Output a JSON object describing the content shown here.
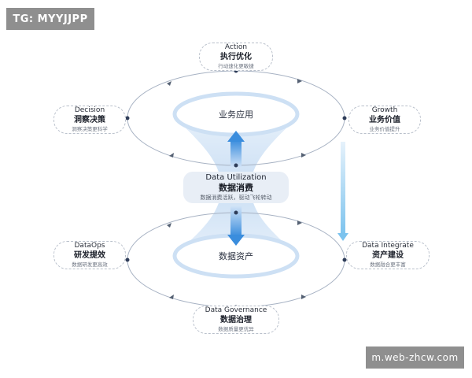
{
  "badges": {
    "top_left": "TG: MYYJJPP",
    "bottom_right": "m.web-zhcw.com"
  },
  "rings": {
    "top_label": "业务应用",
    "bottom_label": "数据资产"
  },
  "center": {
    "en": "Data Utilization",
    "zh": "数据消费",
    "sub": "数据消费活跃，驱动飞轮转动"
  },
  "nodes": {
    "action": {
      "en": "Action",
      "zh": "执行优化",
      "sub": "行动速化更敏捷"
    },
    "decision": {
      "en": "Decision",
      "zh": "洞察决策",
      "sub": "洞察决策更科学"
    },
    "growth": {
      "en": "Growth",
      "zh": "业务价值",
      "sub": "业务价值提升"
    },
    "dataops": {
      "en": "DataOps",
      "zh": "研发提效",
      "sub": "数据研发更高效"
    },
    "integrate": {
      "en": "Data Integrate",
      "zh": "资产建设",
      "sub": "数据融合更丰富"
    },
    "governance": {
      "en": "Data Governance",
      "zh": "数据治理",
      "sub": "数据质量更优异"
    }
  },
  "colors": {
    "ring_stroke": "#9aa6b8",
    "ring_glow": "#cfe0f3",
    "arrow_blue": "#3b8fde",
    "funnel_blue": "#b9d6f2",
    "dot": "#2f3d59"
  }
}
